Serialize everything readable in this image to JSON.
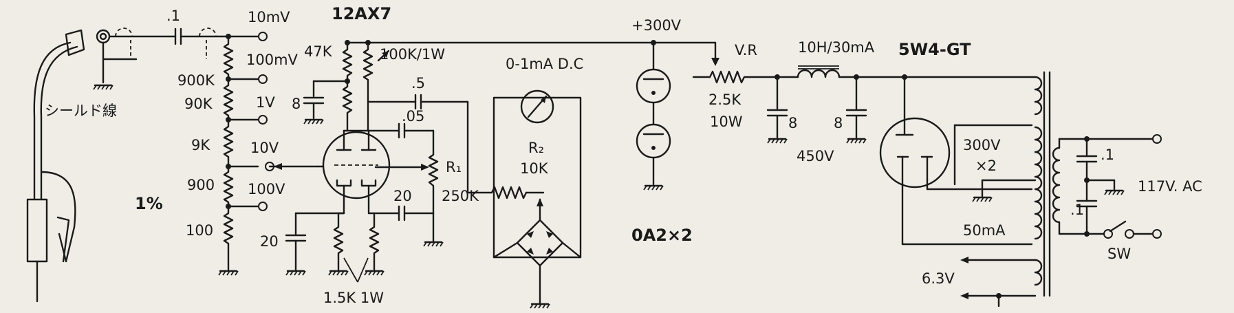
{
  "labels": {
    "input_cap": ".1",
    "tube_name": "12AX7",
    "b_plus": "+300V",
    "range_10mv": "10mV",
    "range_100mv": "100mV",
    "range_1v": "1V",
    "range_10v": "10V",
    "range_100v": "100V",
    "r_900k": "900K",
    "r_90k": "90K",
    "r_9k": "9K",
    "r_900": "900",
    "r_100": "100",
    "tolerance": "1%",
    "shield_wire": "シールド線",
    "r_47k": "47K",
    "r_100k_1w": "100K/1W",
    "cap_8_plate": "8",
    "cap_05": ".05",
    "cap_5": ".5",
    "meter": "0-1mA D.C",
    "r2": "R₂",
    "r2_value": "10K",
    "r1": "R₁",
    "r1_value": "250K",
    "cap_20_coupling": "20",
    "cap_20_cathode": "20",
    "cathode_r": "1.5K 1W",
    "vr_tubes": "0A2×2",
    "vr": "V.R",
    "r_2_5k": "2.5K",
    "r_10w": "10W",
    "choke": "10H/30mA",
    "cap_8_a": "8",
    "cap_8_b": "8",
    "v_450": "450V",
    "rectifier": "5W4-GT",
    "hv_winding": "300V",
    "hv_x2": "×2",
    "hv_current": "50mA",
    "heater": "6.3V",
    "line_cap_top": ".1",
    "line_cap_bottom": ".1",
    "mains": "117V. AC",
    "switch": "SW"
  }
}
